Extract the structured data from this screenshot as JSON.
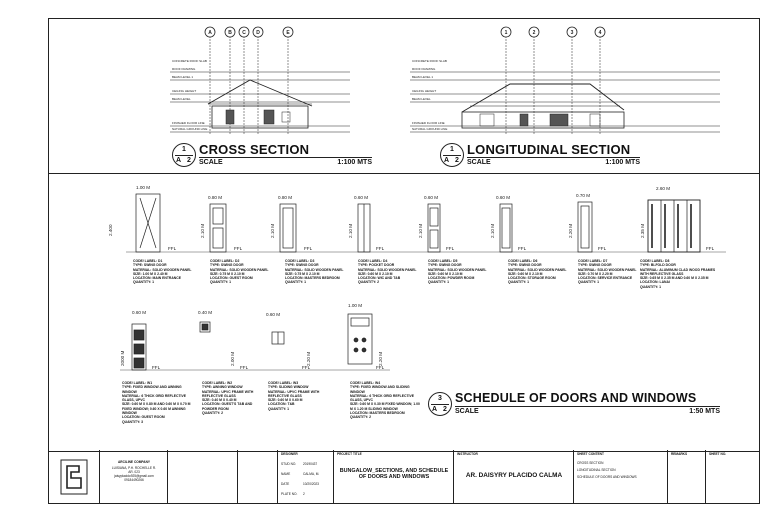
{
  "sections": {
    "cross": {
      "number": "1",
      "sheet_ref": "A",
      "sheet_num": "2",
      "title": "CROSS SECTION",
      "scale_label": "SCALE",
      "scale_value": "1:100 MTS",
      "gridlines": [
        "A",
        "B",
        "C",
        "D",
        "E"
      ]
    },
    "longitudinal": {
      "number": "1",
      "sheet_ref": "A",
      "sheet_num": "2",
      "title": "LONGITUDINAL SECTION",
      "scale_label": "SCALE",
      "scale_value": "1:100 MTS",
      "gridlines": [
        "1",
        "2",
        "3",
        "4"
      ]
    }
  },
  "schedule_title": {
    "number": "3",
    "sheet_ref": "A",
    "sheet_num": "2",
    "title": "SCHEDULE OF DOORS AND WINDOWS",
    "scale_label": "SCALE",
    "scale_value": "1:50 MTS"
  },
  "doors": [
    {
      "width": "1.00 M",
      "height": "2.400",
      "lines": [
        "CODE/ LABEL: D1",
        "TYPE: SWING DOOR",
        "MATERIAL: SOLID WOODEN PANEL",
        "SIZE: 1.00 M X 2.40 M",
        "LOCATION: MAIN ENTRANCE",
        "QUANTITY: 1"
      ]
    },
    {
      "width": "0.80 M",
      "height": "2.10 M",
      "lines": [
        "CODE/ LABEL: D2",
        "TYPE: SWING DOOR",
        "MATERIAL: SOLID WOODEN PANEL",
        "SIZE: 0.75 M X 2.10 M",
        "LOCATION: GUEST ROOM",
        "QUANTITY: 1"
      ]
    },
    {
      "width": "0.80 M",
      "height": "2.10 M",
      "lines": [
        "CODE/ LABEL: D3",
        "TYPE: SWING DOOR",
        "MATERIAL: SOLID WOODEN PANEL",
        "SIZE: 0.75 M X 2.10 M",
        "LOCATION: MASTERS BEDROOM",
        "QUANTITY: 1"
      ]
    },
    {
      "width": "0.60 M",
      "height": "2.10 M",
      "lines": [
        "CODE/ LABEL: D4",
        "TYPE: POCKET DOOR",
        "MATERIAL: SOLID WOODEN PANEL",
        "SIZE: 0.60 M X 2.10 M",
        "LOCATION: WIC AND T&B",
        "QUANTITY: 2"
      ]
    },
    {
      "width": "0.60 M",
      "height": "2.10 M",
      "lines": [
        "CODE/ LABEL: D5",
        "TYPE: SWING DOOR",
        "MATERIAL: SOLID WOODEN PANEL",
        "SIZE: 0.60 M X 2.10 M",
        "LOCATION: POWDER ROOM",
        "QUANTITY: 1"
      ]
    },
    {
      "width": "0.60 M",
      "height": "2.10 M",
      "lines": [
        "CODE/ LABEL: D6",
        "TYPE: SWING DOOR",
        "MATERIAL: SOLID WOODEN PANEL",
        "SIZE: 0.60 M X 2.10 M",
        "LOCATION: STORAGE ROOM",
        "QUANTITY: 1"
      ]
    },
    {
      "width": "0.70 M",
      "height": "2.20 M",
      "lines": [
        "CODE/ LABEL: D7",
        "TYPE: SWING DOOR",
        "MATERIAL: SOLID WOODEN PANEL",
        "SIZE: 0.70 M X 2.20 M",
        "LOCATION: SERVICE ENTRANCE",
        "QUANTITY: 1"
      ]
    },
    {
      "width": "2.60 M",
      "height": "2.35 M",
      "lines": [
        "CODE/ LABEL: D8",
        "TYPE: BI-FOLD DOOR",
        "MATERIAL: ALUMINUM CLAD WOOD FRAMES WITH REFLECTIVE GLASS",
        "SIZE: 0.65 M X 2.35 M AND 0.60 M X 2.35 M",
        "LOCATION: LANAI",
        "QUANTITY: 1"
      ]
    }
  ],
  "windows": [
    {
      "width": "0.60 M",
      "height": "2000 M",
      "lines": [
        "CODE/ LABEL: W1",
        "TYPE: FIXED WINDOW AND AWNING WINDOW",
        "MATERIAL: 6 THICK GRID REFLECTIVE GLASS, UPVC",
        "SIZE: 0.60 M X 0.80 M AND 0.60 M X 0.70 M FIXED WINDOW; 0.60 X 0.60 M AWNING WINDOW",
        "LOCATION: GUEST ROOM",
        "QUANTITY: 3"
      ]
    },
    {
      "width": "0.40 M",
      "height": "2.00 M",
      "lines": [
        "CODE/ LABEL: W2",
        "TYPE: AWNING WINDOW",
        "MATERIAL: UPVC FRAME WITH REFLECTIVE GLASS",
        "SIZE: 0.40 M X 0.40 M",
        "LOCATION: GUEST'S T&B AND POWDER ROOM",
        "QUANTITY: 2"
      ]
    },
    {
      "width": "0.60 M",
      "height": "2.20 M",
      "lines": [
        "CODE/ LABEL: W3",
        "TYPE: SLIDING WINDOW",
        "MATERIAL: UPVC FRAME WITH REFLECTIVE GLASS",
        "SIZE: 0.60 M X 0.60 M",
        "LOCATION: T&B",
        "QUANTITY: 1"
      ]
    },
    {
      "width": "1.00 M",
      "height": "2.20 M",
      "lines": [
        "CODE/ LABEL: W4",
        "TYPE: FIXED WINDOW AND SLIDING WINDOW",
        "MATERIAL: 6 THICK GRID REFLECTIVE GLASS, UPVC",
        "SIZE: 0.60 M X 0.30 M FIXED WINDOW; 1.00 M X 1.20 M SLIDING WINDOW",
        "LOCATION: MASTERS BEDROOM",
        "QUANTITY: 2"
      ]
    }
  ],
  "title_block": {
    "company": "ARCILINE COMPANY",
    "address_lines": [
      "LUISIANA, P.H. ROCHELLE R.",
      "AR. 023",
      "jaisyplacido925@gmail.com",
      "09184490266"
    ],
    "designer_label": "DESIGNER",
    "project_title_label": "PROJECT TITLE",
    "project_title": "BUNGALOW_SECTIONS, AND SCHEDULE OF DOORS AND WINDOWS",
    "instructor_label": "INSTRUCTOR",
    "instructor_name": "AR. DAISYRY PLACIDO CALMA",
    "sheet_content_label": "SHEET CONTENT",
    "sheet_contents": [
      "CROSS SECTION",
      "LONGITUDINAL SECTION",
      "SCHEDULE OF DOORS AND WINDOWS"
    ],
    "remarks_label": "REMARKS",
    "sheet_no_label": "SHEET NO.",
    "fields": [
      {
        "label": "STUD NO.",
        "value": "20190437"
      },
      {
        "label": "NAME",
        "value": "CALMA, M."
      },
      {
        "label": "DATE",
        "value": "10/20/2023"
      },
      {
        "label": "PLATE NO.",
        "value": "2"
      }
    ]
  },
  "ffl": "FFL"
}
